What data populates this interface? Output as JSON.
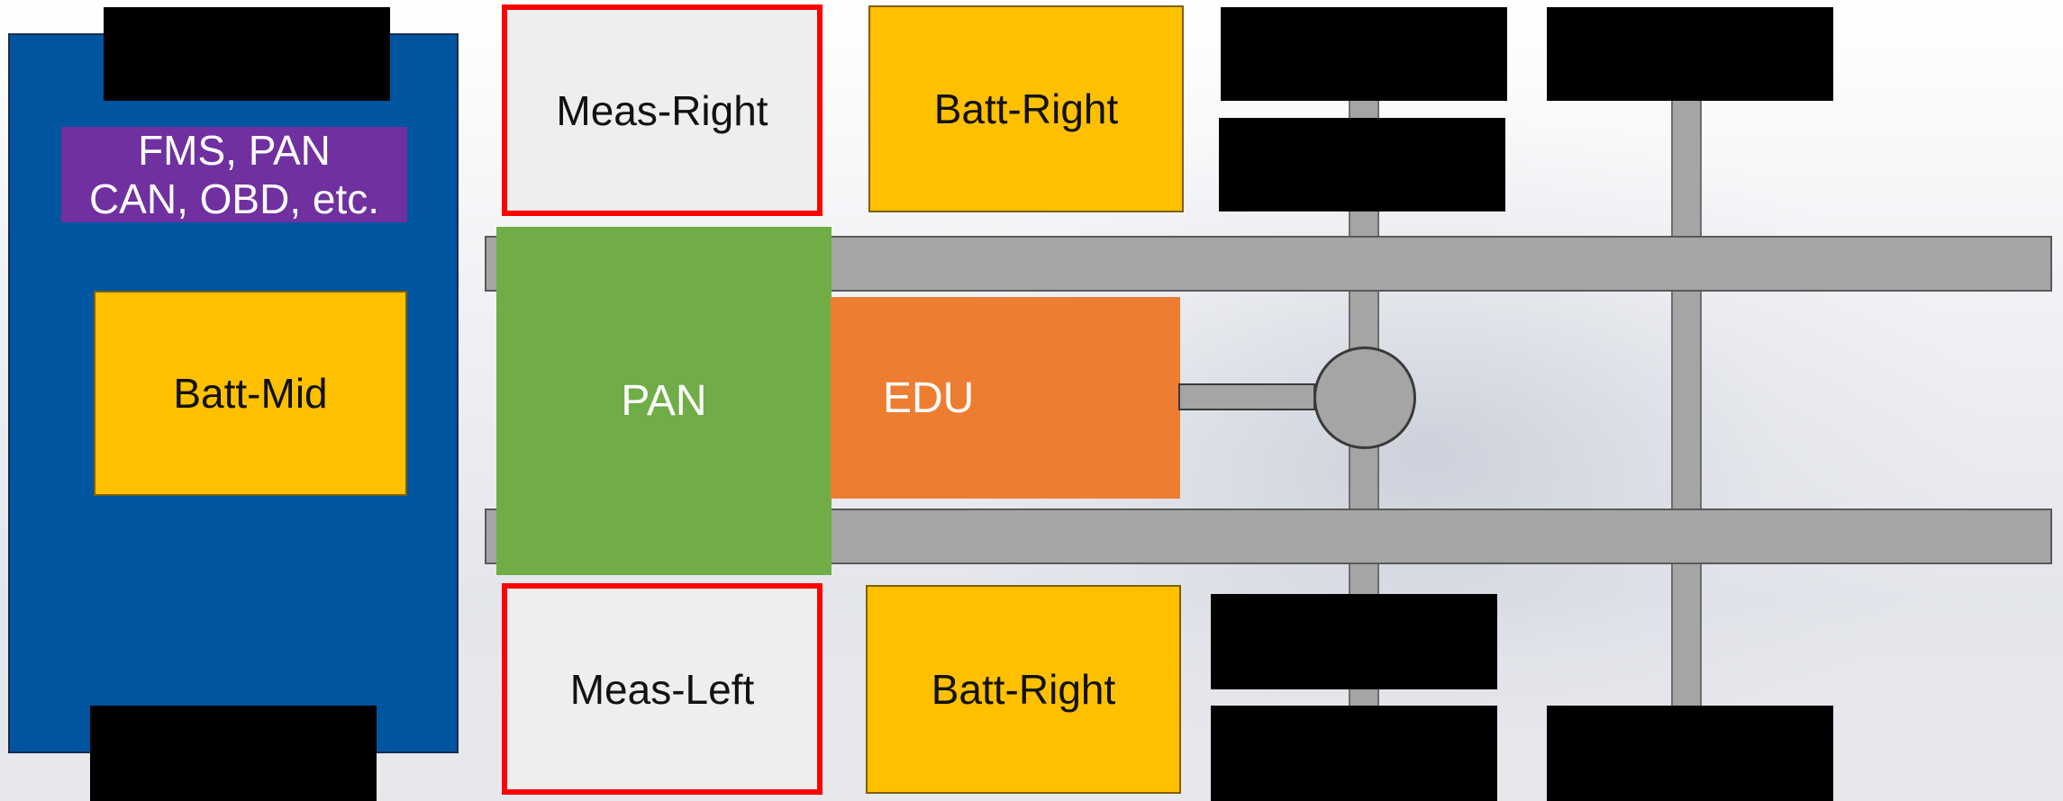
{
  "diagram": {
    "interfaces_line1": "FMS, PAN",
    "interfaces_line2": "CAN, OBD, etc.",
    "batt_mid": "Batt-Mid",
    "meas_right": "Meas-Right",
    "meas_left": "Meas-Left",
    "batt_right_top": "Batt-Right",
    "batt_right_bottom": "Batt-Right",
    "pan": "PAN",
    "edu": "EDU"
  },
  "colors": {
    "cab": "#0055a0",
    "interfaces": "#7030a0",
    "battery": "#ffc000",
    "measurement": "#eeeeee",
    "measurement_border": "#ff0000",
    "pan": "#70ad47",
    "edu": "#ed7d31",
    "frame": "#a5a5a5",
    "redaction": "#000000"
  }
}
